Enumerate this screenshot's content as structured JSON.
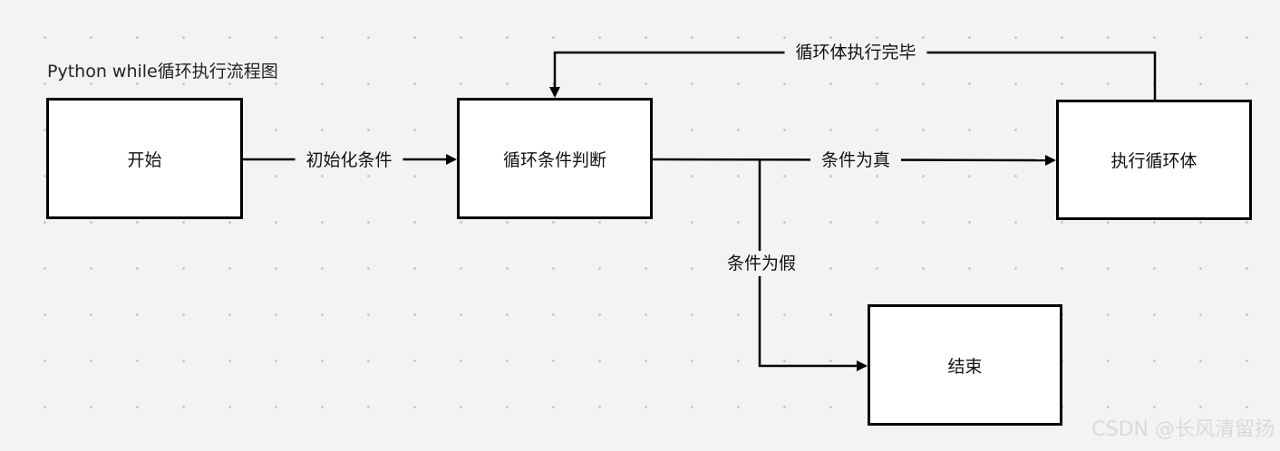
{
  "title": "Python while循环执行流程图",
  "nodes": {
    "start": "开始",
    "condition": "循环条件判断",
    "body": "执行循环体",
    "end": "结束"
  },
  "edges": {
    "init": "初始化条件",
    "true": "条件为真",
    "false": "条件为假",
    "loop_back": "循环体执行完毕"
  },
  "watermark": "CSDN @长风清留扬"
}
